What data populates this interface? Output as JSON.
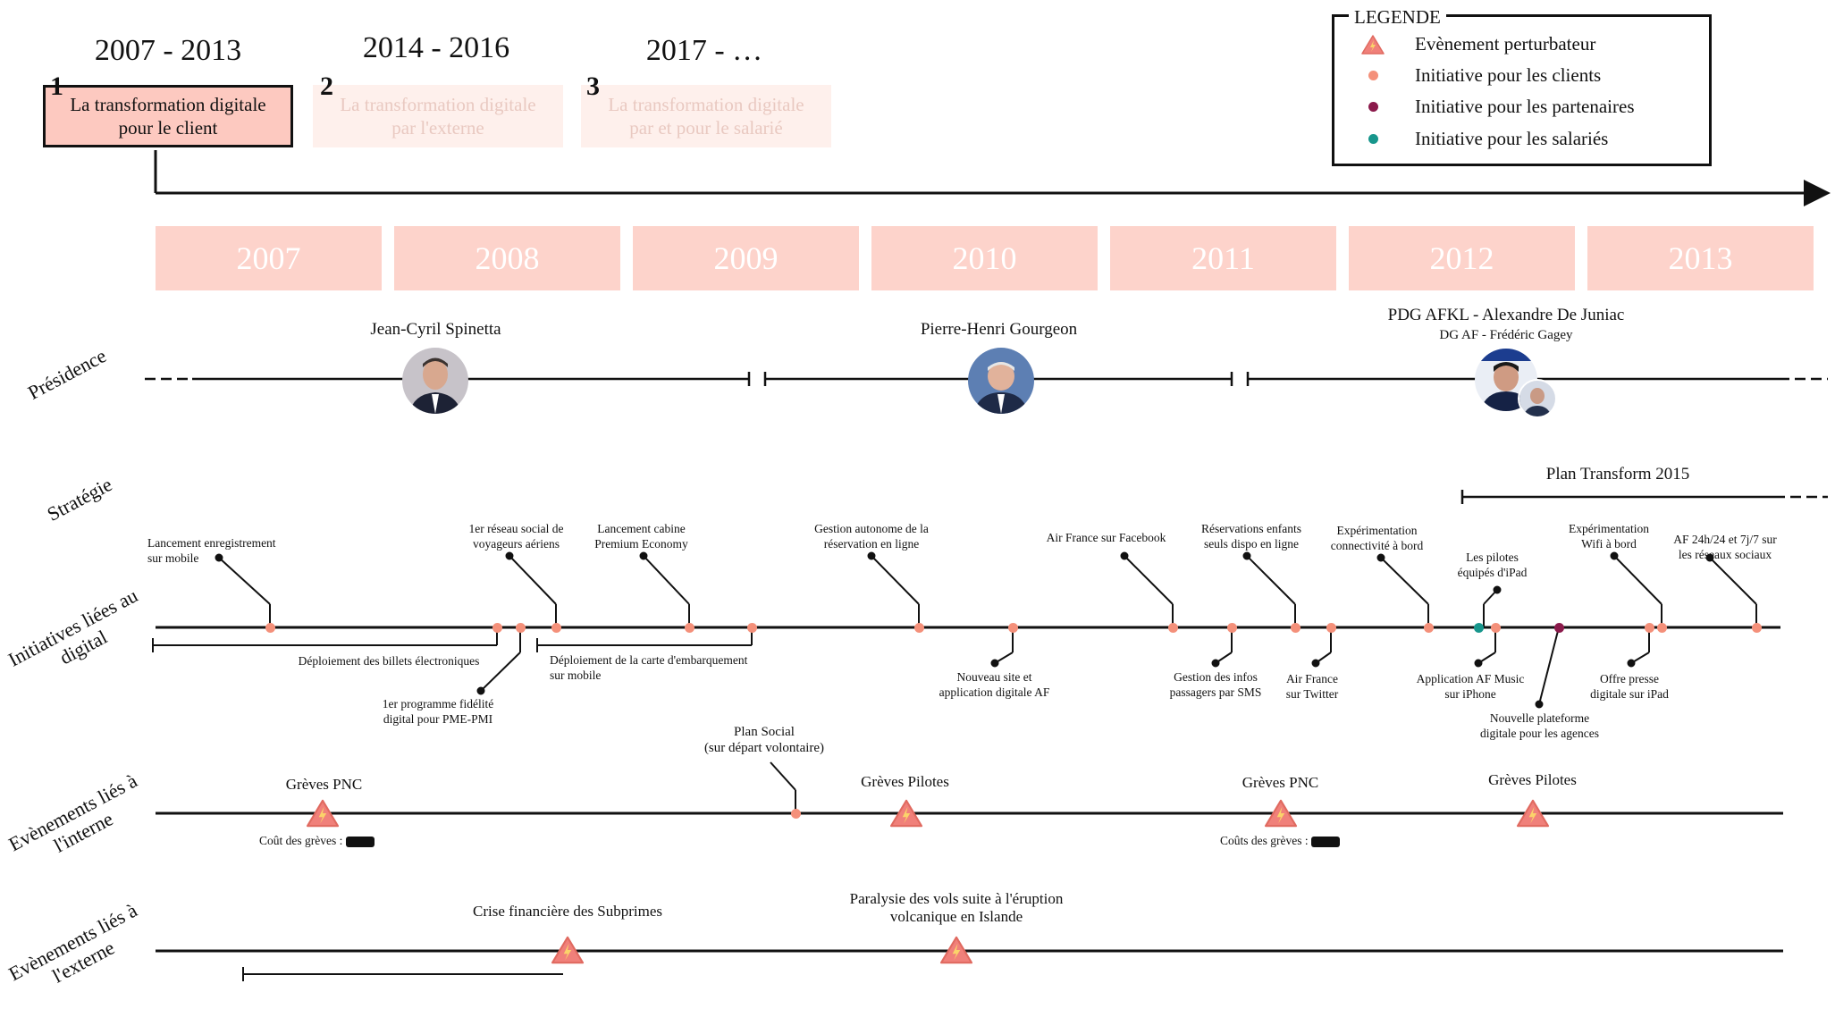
{
  "colors": {
    "client": "#f4907a",
    "partner": "#8b1a4b",
    "employee": "#17968c",
    "disruptive": "#f0807a",
    "year_bg": "#fdd3cb",
    "phase_active": "#fdc9c0",
    "phase_dim": "#fef0ec"
  },
  "phases": [
    {
      "years": "2007 - 2013",
      "num": "1",
      "label": "La transformation digitale\npour le client"
    },
    {
      "years": "2014 - 2016",
      "num": "2",
      "label": "La transformation digitale\npar l'externe"
    },
    {
      "years": "2017 - …",
      "num": "3",
      "label": "La transformation digitale\npar et pour le salarié"
    }
  ],
  "legend": {
    "title": "LEGENDE",
    "items": [
      {
        "icon": "warning-icon",
        "label": "Evènement perturbateur"
      },
      {
        "icon": "client-dot",
        "label": "Initiative pour les clients"
      },
      {
        "icon": "partner-dot",
        "label": "Initiative pour les partenaires"
      },
      {
        "icon": "employee-dot",
        "label": "Initiative pour les salariés"
      }
    ]
  },
  "years": [
    "2007",
    "2008",
    "2009",
    "2010",
    "2011",
    "2012",
    "2013"
  ],
  "rows": {
    "presidence": "Présidence",
    "strategie": "Stratégie",
    "initiatives": "Initiatives liées au\ndigital",
    "internal": "Evènements liés à\nl'interne",
    "external": "Evènements liés à\nl'externe"
  },
  "presidents": [
    {
      "name": "Jean-Cyril Spinetta",
      "sub": ""
    },
    {
      "name": "Pierre-Henri Gourgeon",
      "sub": ""
    },
    {
      "name": "PDG AFKL - Alexandre De Juniac",
      "sub": "DG AF - Frédéric Gagey"
    }
  ],
  "strategy": {
    "plan": "Plan Transform 2015"
  },
  "initiatives_above": [
    "Lancement enregistrement\nsur mobile",
    "1er réseau social de\nvoyageurs aériens",
    "Lancement cabine\nPremium Economy",
    "Gestion autonome de la\nréservation en ligne",
    "Air France sur Facebook",
    "Réservations enfants\nseuls dispo en ligne",
    "Expérimentation\nconnectivité à bord",
    "Les pilotes\néquipés d'iPad",
    "Expérimentation\nWifi à bord",
    "AF 24h/24 et 7j/7 sur\nles réseaux sociaux"
  ],
  "initiatives_below": [
    "Déploiement des billets électroniques",
    "1er programme fidélité\ndigital pour PME-PMI",
    "Déploiement de la carte d'embarquement\nsur mobile",
    "Nouveau site et\napplication digitale AF",
    "Gestion des infos\npassagers par SMS",
    "Air France\nsur Twitter",
    "Application AF Music\nsur iPhone",
    "Nouvelle plateforme\ndigitale pour les agences",
    "Offre presse\ndigitale sur iPad"
  ],
  "internal_events": [
    {
      "label": "Grèves PNC",
      "note": "Coût des grèves :"
    },
    {
      "label": "Plan Social\n(sur départ volontaire)",
      "note": ""
    },
    {
      "label": "Grèves Pilotes",
      "note": ""
    },
    {
      "label": "Grèves PNC",
      "note": "Coûts des grèves :"
    },
    {
      "label": "Grèves Pilotes",
      "note": ""
    }
  ],
  "external_events": [
    {
      "label": "Crise financière des Subprimes"
    },
    {
      "label": "Paralysie des vols suite à l'éruption\nvolcanique en Islande"
    }
  ]
}
